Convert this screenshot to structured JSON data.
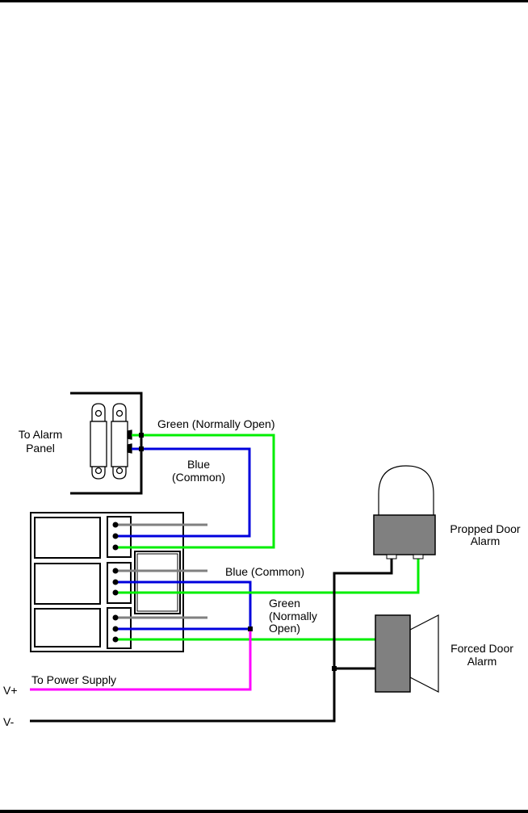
{
  "diagram": {
    "type": "wiring-diagram",
    "colors": {
      "green": "#00ee00",
      "blue": "#0000dd",
      "magenta": "#ff00ff",
      "gray": "#808080",
      "black": "#000000",
      "alarm_fill": "#808080"
    },
    "labels": {
      "alarm_panel_line1": "To Alarm",
      "alarm_panel_line2": "Panel",
      "green_no_top": "Green (Normally Open)",
      "blue_common_top_line1": "Blue",
      "blue_common_top_line2": "(Common)",
      "blue_common_mid": "Blue (Common)",
      "green_no_mid_line1": "Green",
      "green_no_mid_line2": "(Normally",
      "green_no_mid_line3": "Open)",
      "propped_line1": "Propped Door",
      "propped_line2": "Alarm",
      "forced_line1": "Forced Door",
      "forced_line2": "Alarm",
      "power_supply": "To Power Supply",
      "v_plus": "V+",
      "v_minus": "V-"
    },
    "components": [
      {
        "name": "door-contact",
        "description": "Magnetic door contact (two-piece reed switch)"
      },
      {
        "name": "relay-board",
        "description": "Relay board with three relays, each with three terminals"
      },
      {
        "name": "propped-door-alarm",
        "description": "Strobe/beacon alarm"
      },
      {
        "name": "forced-door-alarm",
        "description": "Horn/siren alarm"
      }
    ],
    "connections": [
      {
        "wire": "green",
        "from": "door-contact",
        "to": "relay-1 terminal 3",
        "label": "Green (Normally Open)"
      },
      {
        "wire": "blue",
        "from": "door-contact",
        "to": "relay-1 terminal 2",
        "label": "Blue (Common)"
      },
      {
        "wire": "gray",
        "from": "relay-1 terminal 1",
        "to": "unconnected"
      },
      {
        "wire": "gray",
        "from": "relay-2 terminal 1",
        "to": "unconnected"
      },
      {
        "wire": "blue",
        "from": "relay-2 terminal 2",
        "to": "relay-3 terminal 2 / V+",
        "label": "Blue (Common)"
      },
      {
        "wire": "green",
        "from": "relay-2 terminal 3",
        "to": "propped-door-alarm",
        "label": "Green (Normally Open)"
      },
      {
        "wire": "gray",
        "from": "relay-3 terminal 1",
        "to": "unconnected"
      },
      {
        "wire": "blue",
        "from": "relay-3 terminal 2",
        "to": "V+ junction"
      },
      {
        "wire": "green",
        "from": "relay-3 terminal 3",
        "to": "forced-door-alarm"
      },
      {
        "wire": "magenta",
        "from": "V+ junction",
        "to": "power supply V+",
        "label": "To Power Supply"
      },
      {
        "wire": "black",
        "from": "power supply V-",
        "to": "propped-door-alarm and forced-door-alarm"
      }
    ]
  }
}
